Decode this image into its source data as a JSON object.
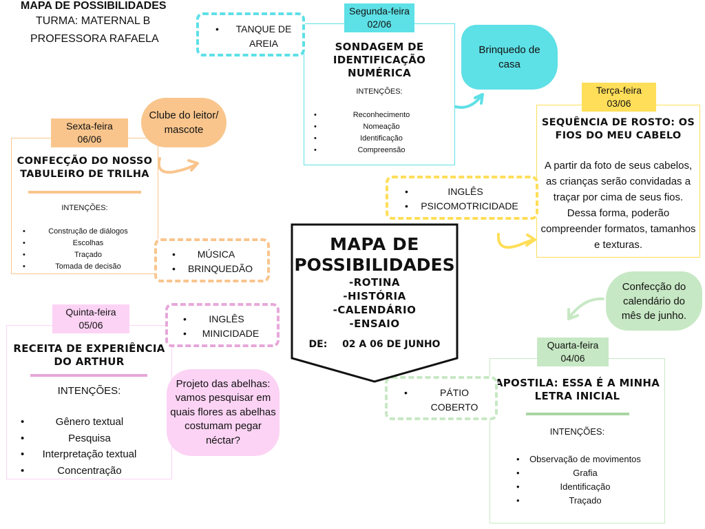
{
  "header": {
    "title": "MAPA DE POSSIBILIDADES",
    "turma": "TURMA: MATERNAL B",
    "professora": "PROFESSORA RAFAELA"
  },
  "colors": {
    "cyan": "#5de0e6",
    "yellow": "#ffde59",
    "orange": "#f9c58d",
    "pink": "#e7a7d9",
    "pink_light": "#fcd3f4",
    "green": "#c7e8c4",
    "green_dark": "#a8d5a2"
  },
  "center": {
    "title_line1": "MAPA DE",
    "title_line2": "POSSIBILIDADES",
    "items": [
      "-ROTINA",
      "-HISTÓRIA",
      "-CALENDÁRIO",
      "-ENSAIO"
    ],
    "date_label": "DE:",
    "date_value": "02 A 06 DE JUNHO"
  },
  "days": {
    "segunda": {
      "tag_line1": "Segunda-feira",
      "tag_line2": "02/06",
      "title_line1": "SONDAGEM DE",
      "title_line2": "IDENTIFICAÇÃO NUMÉRICA",
      "intencoes_label": "INTENÇÕES:",
      "intencoes": [
        "Reconhecimento",
        "Nomeação",
        "Identificação",
        "Compreensão"
      ]
    },
    "terca": {
      "tag_line1": "Terça-feira",
      "tag_line2": "03/06",
      "title_line1": "SEQUÊNCIA DE ROSTO: OS",
      "title_line2": "FIOS DO MEU CABELO",
      "description": "A partir da foto de seus cabelos, as crianças serão convidadas a traçar por cima de seus fios. Dessa forma, poderão compreender formatos, tamanhos e texturas."
    },
    "quarta": {
      "tag_line1": "Quarta-feira",
      "tag_line2": "04/06",
      "title_line1": "APOSTILA: ESSA É A MINHA",
      "title_line2": "LETRA INICIAL",
      "intencoes_label": "INTENÇÕES:",
      "intencoes": [
        "Observação de movimentos",
        "Grafia",
        "Identificação",
        "Traçado"
      ]
    },
    "quinta": {
      "tag_line1": "Quinta-feira",
      "tag_line2": "05/06",
      "title_line1": "RECEITA DE EXPERIÊNCIA",
      "title_line2": "DO ARTHUR",
      "intencoes_label": "INTENÇÕES:",
      "intencoes": [
        "Gênero textual",
        "Pesquisa",
        "Interpretação textual",
        "Concentração"
      ]
    },
    "sexta": {
      "tag_line1": "Sexta-feira",
      "tag_line2": "06/06",
      "title_line1": "CONFECÇÃO DO NOSSO",
      "title_line2": "TABULEIRO DE TRILHA",
      "intencoes_label": "INTENÇÕES:",
      "intencoes": [
        "Construção de diálogos",
        "Escolhas",
        "Traçado",
        "Tomada de decisão"
      ]
    }
  },
  "extras": {
    "segunda": [
      "TANQUE DE AREIA"
    ],
    "terca": [
      "INGLÊS",
      "PSICOMOTRICIDADE"
    ],
    "quarta": [
      "PÁTIO COBERTO"
    ],
    "quinta": [
      "INGLÊS",
      "MINICIDADE"
    ],
    "sexta": [
      "MÚSICA",
      "BRINQUEDÃO"
    ]
  },
  "blobs": {
    "segunda": "Brinquedo de casa",
    "quarta": "Confecção do calendário do mês de junho.",
    "quinta": "Projeto das abelhas: vamos pesquisar em quais flores as abelhas costumam pegar néctar?",
    "sexta": "Clube do leitor/ mascote"
  }
}
